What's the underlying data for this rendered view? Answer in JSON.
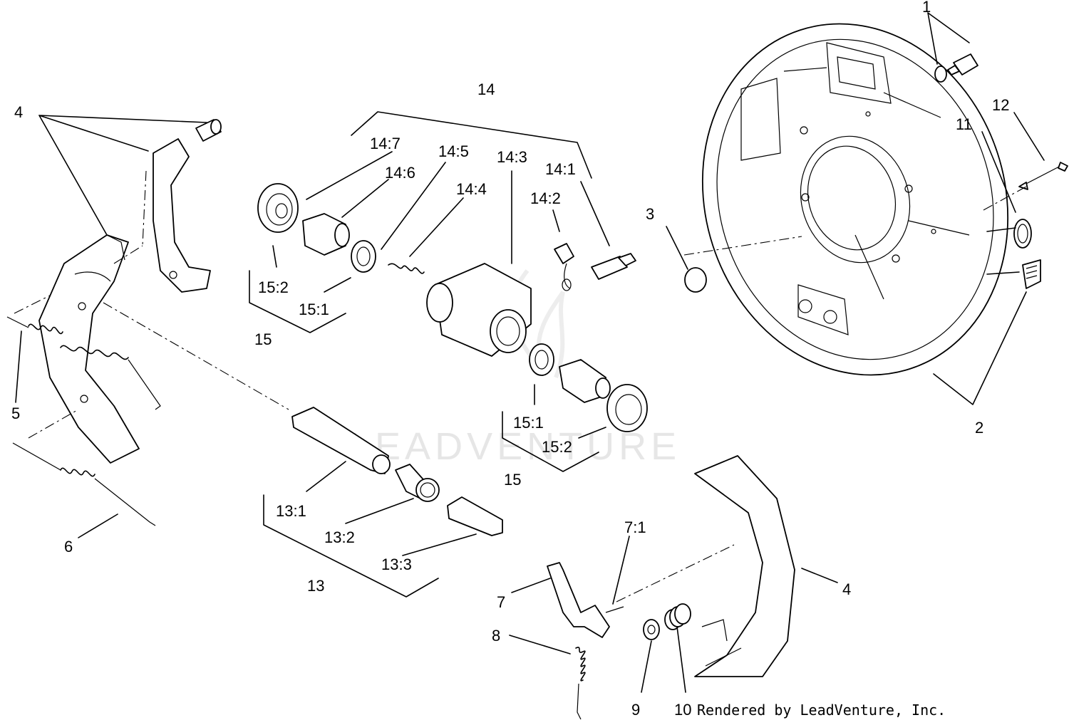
{
  "watermark": "LEADVENTURE",
  "credit": "Rendered by LeadVenture, Inc.",
  "callouts": {
    "c1": "1",
    "c2": "2",
    "c3": "3",
    "c4a": "4",
    "c4b": "4",
    "c5": "5",
    "c6": "6",
    "c7": "7",
    "c7_1": "7:1",
    "c8": "8",
    "c9": "9",
    "c10": "10",
    "c11": "11",
    "c12": "12",
    "c13": "13",
    "c13_1": "13:1",
    "c13_2": "13:2",
    "c13_3": "13:3",
    "c14": "14",
    "c14_1": "14:1",
    "c14_2": "14:2",
    "c14_3": "14:3",
    "c14_4": "14:4",
    "c14_5": "14:5",
    "c14_6": "14:6",
    "c14_7": "14:7",
    "c15a": "15",
    "c15b": "15",
    "c15_1a": "15:1",
    "c15_1b": "15:1",
    "c15_2a": "15:2",
    "c15_2b": "15:2"
  }
}
